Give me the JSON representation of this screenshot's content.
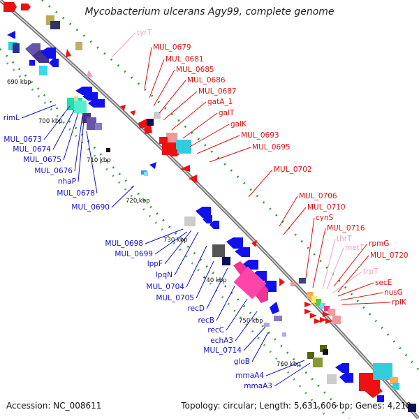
{
  "title": "Mycobacterium ulcerans Agy99, complete genome",
  "footer": {
    "accession": "Accession: NC_008611",
    "summary": "Topology: circular; Length: 5,631,606 bp; Genes: 4,210"
  },
  "colors": {
    "forward_label": "#e01010",
    "reverse_label": "#1010cc",
    "trna_label": "#f0a0c8",
    "backbone": "#888888",
    "dotted_track": "#2a9a2a",
    "fwd_arrow": "#ee1111",
    "rev_arrow": "#1111ee"
  },
  "scale_ticks": [
    "690 kbp",
    "700 kbp",
    "710 kbp",
    "720 kbp",
    "730 kbp",
    "740 kbp",
    "750 kbp",
    "760 kbp"
  ],
  "forward_labels": [
    {
      "text": "tyrT",
      "kind": "trna"
    },
    {
      "text": "MUL_0679",
      "kind": "cds"
    },
    {
      "text": "MUL_0681",
      "kind": "cds"
    },
    {
      "text": "MUL_0685",
      "kind": "cds"
    },
    {
      "text": "MUL_0686",
      "kind": "cds"
    },
    {
      "text": "MUL_0687",
      "kind": "cds"
    },
    {
      "text": "gatA_1",
      "kind": "cds"
    },
    {
      "text": "galT",
      "kind": "cds"
    },
    {
      "text": "galK",
      "kind": "cds"
    },
    {
      "text": "MUL_0693",
      "kind": "cds"
    },
    {
      "text": "MUL_0695",
      "kind": "cds"
    },
    {
      "text": "MUL_0702",
      "kind": "cds"
    },
    {
      "text": "MUL_0706",
      "kind": "cds"
    },
    {
      "text": "MUL_0710",
      "kind": "cds"
    },
    {
      "text": "cynS",
      "kind": "cds"
    },
    {
      "text": "MUL_0716",
      "kind": "cds"
    },
    {
      "text": "thrT",
      "kind": "trna"
    },
    {
      "text": "rpmG",
      "kind": "cds"
    },
    {
      "text": "metT",
      "kind": "trna"
    },
    {
      "text": "MUL_0720",
      "kind": "cds"
    },
    {
      "text": "trpT",
      "kind": "trna"
    },
    {
      "text": "secE",
      "kind": "cds"
    },
    {
      "text": "nusG",
      "kind": "cds"
    },
    {
      "text": "rplK",
      "kind": "cds"
    }
  ],
  "reverse_labels": [
    "rimL",
    "MUL_0673",
    "MUL_0674",
    "MUL_0675",
    "MUL_0676",
    "nhaP",
    "MUL_0678",
    "MUL_0690",
    "MUL_0698",
    "MUL_0699",
    "lppF",
    "lpqN",
    "MUL_0704",
    "MUL_0705",
    "recD",
    "recB",
    "recC",
    "echA3",
    "MUL_0714",
    "gloB",
    "mmaA4",
    "mmaA3"
  ]
}
